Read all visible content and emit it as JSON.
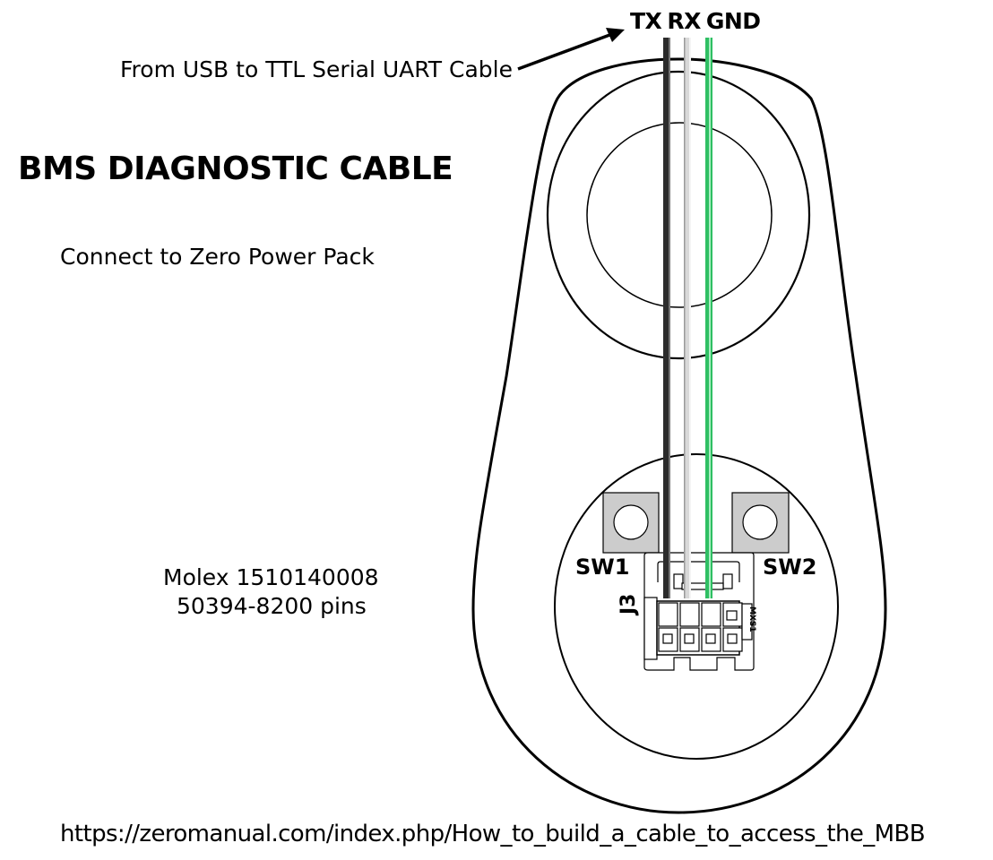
{
  "title": "BMS DIAGNOSTIC CABLE",
  "labels": {
    "from_cable": "From USB to TTL Serial UART Cable",
    "connect": "Connect to Zero Power Pack",
    "molex_part": "Molex 1510140008",
    "pins_part": "50394-8200 pins",
    "url": "https://zeromanual.com/index.php/How_to_build_a_cable_to_access_the_MBB"
  },
  "wires": [
    {
      "name": "TX",
      "color": "#2b2b2b"
    },
    {
      "name": "RX",
      "color": "#d8d8d8"
    },
    {
      "name": "GND",
      "color": "#2fbf63"
    }
  ],
  "board": {
    "switch_1": "SW1",
    "switch_2": "SW2",
    "connector_ref": "J3",
    "connector_mark": "MXS1"
  },
  "colors": {
    "pad": "#cccccc",
    "outline": "#000000"
  }
}
